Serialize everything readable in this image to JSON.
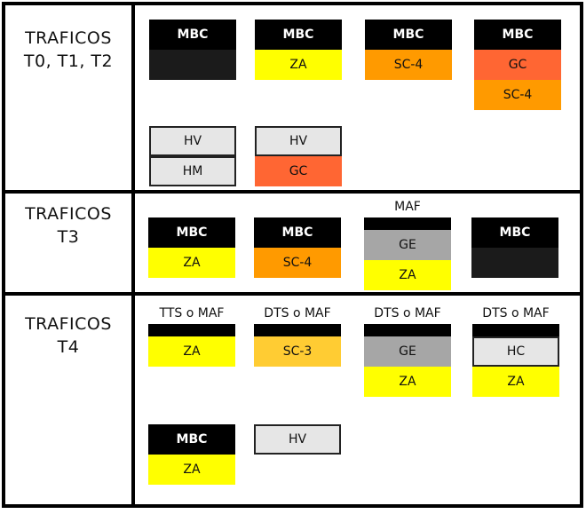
{
  "colors": {
    "mbc": "#000000",
    "dark_layer": "#1b1b1b",
    "za": "#ffff00",
    "sc4": "#ff9a00",
    "sc3": "#ffcc33",
    "gc": "#ff6633",
    "ge": "#a6a6a6",
    "light": "#e6e6e6",
    "border": "#111111"
  },
  "rows": [
    {
      "label": [
        "TRAFICOS",
        "T0, T1, T2"
      ],
      "sections": [
        {
          "caption": "",
          "layers": [
            {
              "text": "MBC",
              "style": "mbc"
            },
            {
              "text": "",
              "style": "dark_layer"
            }
          ]
        },
        {
          "caption": "",
          "layers": [
            {
              "text": "MBC",
              "style": "mbc"
            },
            {
              "text": "ZA",
              "style": "za"
            }
          ]
        },
        {
          "caption": "",
          "layers": [
            {
              "text": "MBC",
              "style": "mbc"
            },
            {
              "text": "SC-4",
              "style": "sc4"
            }
          ]
        },
        {
          "caption": "",
          "layers": [
            {
              "text": "MBC",
              "style": "mbc"
            },
            {
              "text": "GC",
              "style": "gc"
            },
            {
              "text": "SC-4",
              "style": "sc4"
            }
          ]
        },
        {
          "caption": "",
          "layers": [
            {
              "text": "HV",
              "style": "light"
            },
            {
              "text": "HM",
              "style": "light"
            }
          ]
        },
        {
          "caption": "",
          "layers": [
            {
              "text": "HV",
              "style": "light"
            },
            {
              "text": "GC",
              "style": "gc"
            }
          ]
        }
      ]
    },
    {
      "label": [
        "TRAFICOS",
        "T3"
      ],
      "sections": [
        {
          "caption": "",
          "layers": [
            {
              "text": "MBC",
              "style": "mbc"
            },
            {
              "text": "ZA",
              "style": "za"
            }
          ]
        },
        {
          "caption": "",
          "layers": [
            {
              "text": "MBC",
              "style": "mbc"
            },
            {
              "text": "SC-4",
              "style": "sc4"
            }
          ]
        },
        {
          "caption": "MAF",
          "layers": [
            {
              "text": "",
              "style": "mbc"
            },
            {
              "text": "GE",
              "style": "ge"
            },
            {
              "text": "ZA",
              "style": "za"
            }
          ]
        },
        {
          "caption": "",
          "layers": [
            {
              "text": "MBC",
              "style": "mbc"
            },
            {
              "text": "",
              "style": "dark_layer"
            }
          ]
        }
      ]
    },
    {
      "label": [
        "TRAFICOS",
        "T4"
      ],
      "sections": [
        {
          "caption": "TTS o MAF",
          "layers": [
            {
              "text": "",
              "style": "mbc"
            },
            {
              "text": "ZA",
              "style": "za"
            }
          ]
        },
        {
          "caption": "DTS o MAF",
          "layers": [
            {
              "text": "",
              "style": "mbc"
            },
            {
              "text": "SC-3",
              "style": "sc3"
            }
          ]
        },
        {
          "caption": "DTS o MAF",
          "layers": [
            {
              "text": "",
              "style": "mbc"
            },
            {
              "text": "GE",
              "style": "ge"
            },
            {
              "text": "ZA",
              "style": "za"
            }
          ]
        },
        {
          "caption": "DTS o MAF",
          "layers": [
            {
              "text": "",
              "style": "mbc"
            },
            {
              "text": "HC",
              "style": "light"
            },
            {
              "text": "ZA",
              "style": "za"
            }
          ]
        },
        {
          "caption": "",
          "layers": [
            {
              "text": "MBC",
              "style": "mbc"
            },
            {
              "text": "ZA",
              "style": "za"
            }
          ]
        },
        {
          "caption": "",
          "layers": [
            {
              "text": "HV",
              "style": "light"
            }
          ]
        }
      ]
    }
  ]
}
